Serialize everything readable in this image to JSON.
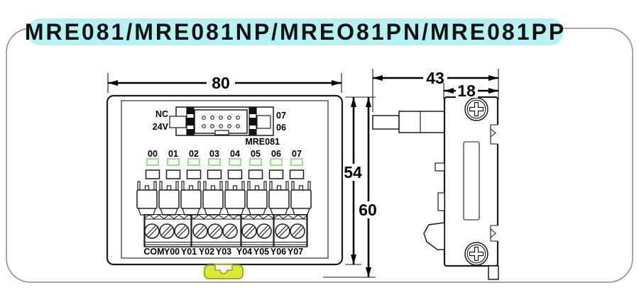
{
  "title": "MRE081/MRE081NP/MREO81PN/MRE081PP",
  "colors": {
    "banner_bg": "#b6f2f1",
    "drawing_line": "#1a1a1a",
    "led_green": "#8fdc82",
    "clip_yellow": "#dde935",
    "clip_border": "#9fae1e",
    "frame_border": "#8a8a8a"
  },
  "front_view": {
    "dims": {
      "width": "80",
      "body_height": "54",
      "total_height": "60"
    },
    "connector": {
      "top_left": "NC",
      "bottom_left": "24V",
      "top_right": "07",
      "bottom_right": "06",
      "model": "MRE081"
    },
    "led_labels": [
      "00",
      "01",
      "02",
      "03",
      "04",
      "05",
      "06",
      "07"
    ],
    "terminal_labels": [
      "COM",
      "Y00",
      "Y01",
      "Y02",
      "Y03",
      "Y04",
      "Y05",
      "Y06",
      "Y07"
    ]
  },
  "side_view": {
    "dims": {
      "total_depth": "43",
      "body_depth": "18"
    }
  }
}
